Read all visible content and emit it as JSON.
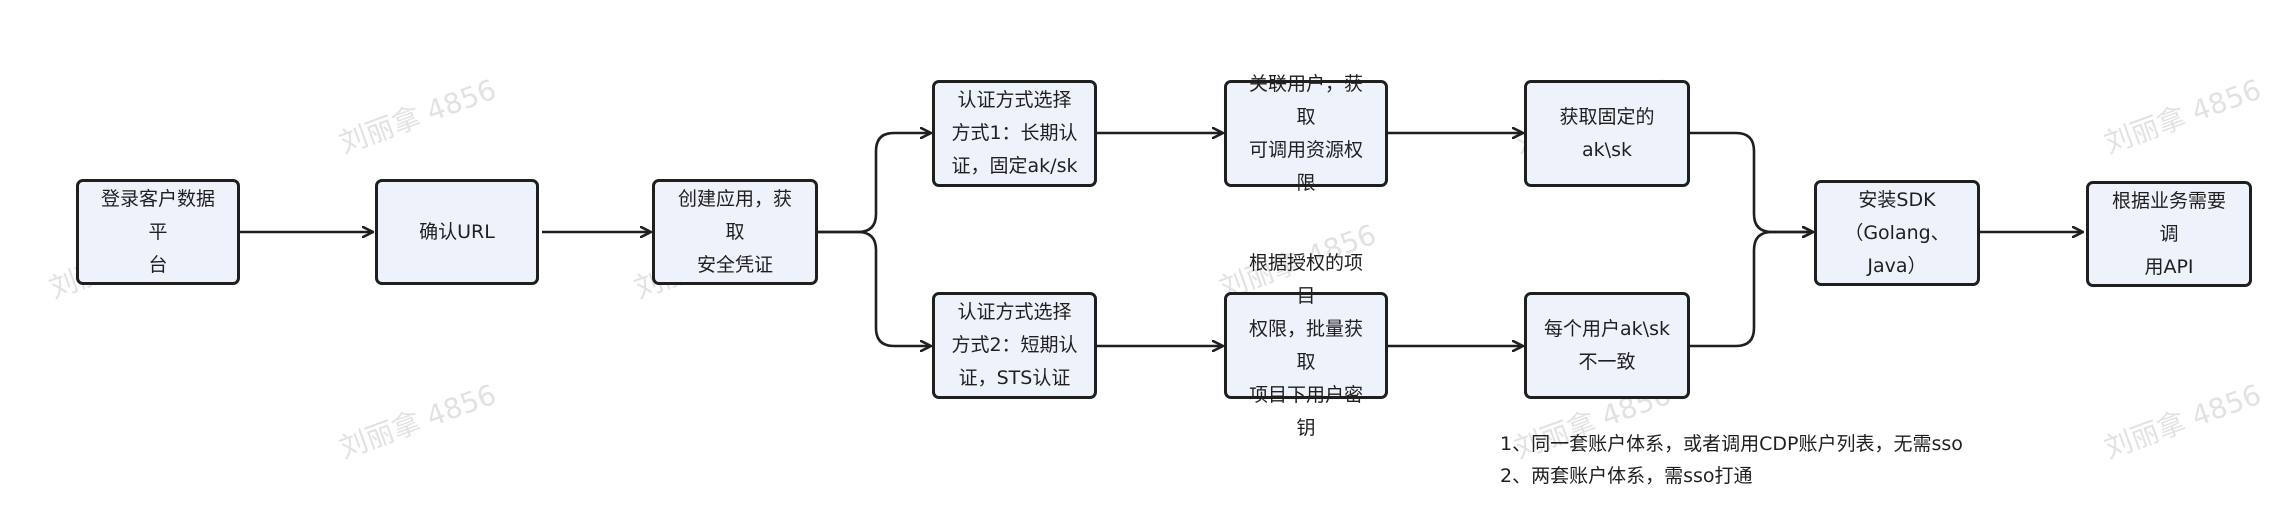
{
  "diagram": {
    "nodes": {
      "login_cdp": "登录客户数据平\n台",
      "confirm_url": "确认URL",
      "create_app": "创建应用，获取\n安全凭证",
      "auth_long": "认证方式选择\n方式1：长期认\n证，固定ak/sk",
      "auth_sts": "认证方式选择\n方式2：短期认\n证，STS认证",
      "link_user": "关联用户，获取\n可调用资源权限",
      "batch_keys": "根据授权的项目\n权限，批量获取\n项目下用户密钥",
      "fixed_aksk": "获取固定的ak\\sk",
      "diff_aksk": "每个用户ak\\sk\n不一致",
      "install_sdk": "安装SDK\n（Golang、\nJava）",
      "call_api": "根据业务需要调\n用API"
    },
    "notes": [
      "1、同一套账户体系，或者调用CDP账户列表，无需sso",
      "2、两套账户体系，需sso打通"
    ],
    "watermark": "刘丽拿 4856",
    "colors": {
      "node_fill": "#eef2fb",
      "node_border": "#1f1f1f",
      "edge": "#1f1f1f",
      "watermark": "#d9d9d9"
    }
  }
}
